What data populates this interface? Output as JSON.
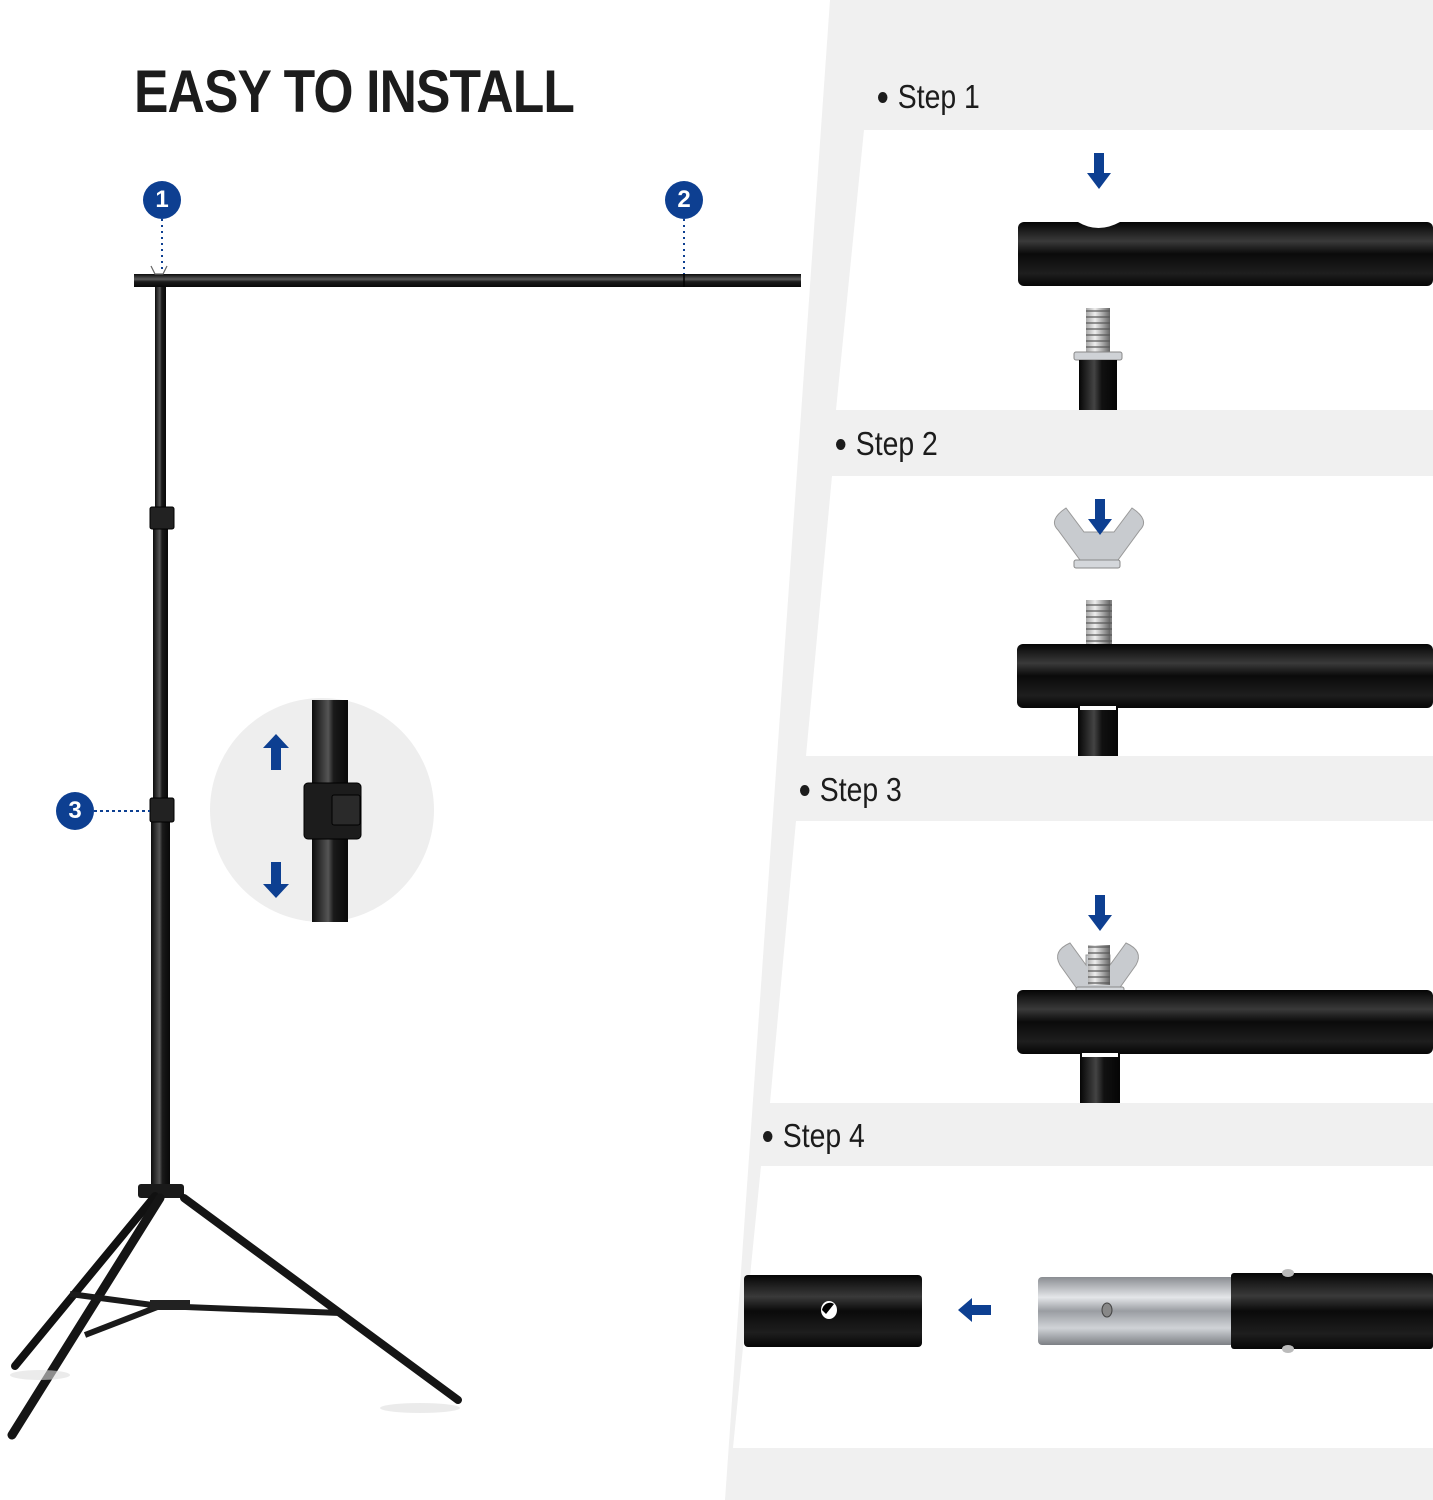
{
  "title": "EASY TO INSTALL",
  "colors": {
    "accent_blue": "#0d3f91",
    "panel_grey": "#f0f0f0",
    "text": "#1c1c1c",
    "metal_black": "#111111",
    "silver": "#b8bcc2"
  },
  "stand_diagram": {
    "markers": [
      {
        "number": "1",
        "points_to": "crossbar-left-wing-nut"
      },
      {
        "number": "2",
        "points_to": "crossbar-joint"
      },
      {
        "number": "3",
        "points_to": "height-lock-clamp"
      }
    ],
    "inset": {
      "arrows": [
        "arrow-up",
        "arrow-down"
      ],
      "subject": "telescoping pole clamp"
    }
  },
  "steps": [
    {
      "label": "Step 1",
      "arrow": "arrow-down",
      "illustration": "crossbar over threaded pole tip"
    },
    {
      "label": "Step 2",
      "arrow": "arrow-down",
      "illustration": "wing nut above crossbar on screw"
    },
    {
      "label": "Step 3",
      "arrow": "arrow-down",
      "illustration": "wing nut tightened on crossbar"
    },
    {
      "label": "Step 4",
      "arrow": "arrow-left",
      "illustration": "crossbar sections joined"
    }
  ]
}
